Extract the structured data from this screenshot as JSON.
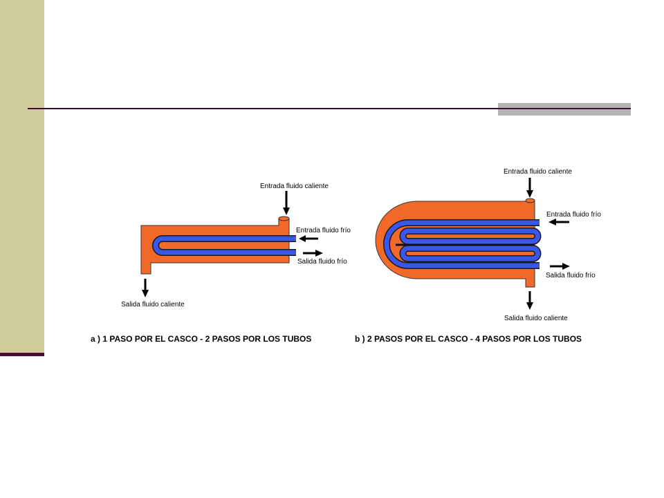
{
  "diagram_a": {
    "hot_inlet": "Entrada fluido caliente",
    "cold_inlet": "Entrada fluido frío",
    "cold_outlet": "Salida fluido frío",
    "hot_outlet": "Salida fluido caliente",
    "caption": "a ) 1 PASO POR EL CASCO - 2 PASOS POR LOS TUBOS"
  },
  "diagram_b": {
    "hot_inlet": "Entrada fluido caliente",
    "cold_inlet": "Entrada fluido frío",
    "cold_outlet": "Salida fluido frío",
    "hot_outlet": "Salida fluido caliente",
    "caption": "b ) 2 PASOS POR EL CASCO - 4 PASOS POR LOS TUBOS"
  },
  "colors": {
    "shell": "#f26a2a",
    "tube": "#3a57e8",
    "side_band": "#cfcb9b",
    "rule": "#3c0a30"
  }
}
